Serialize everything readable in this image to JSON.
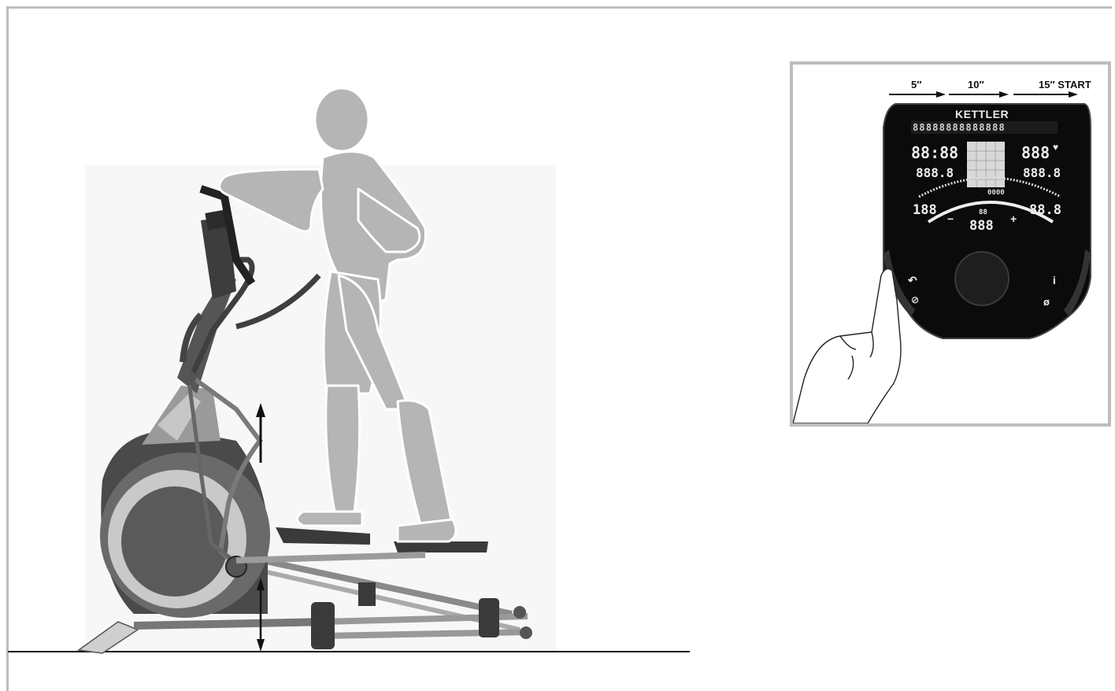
{
  "illustration": {
    "machine": "cross-trainer-illustration",
    "figure": "user-silhouette",
    "arrow": "up-arrow-icon",
    "measure": "double-arrow-icon"
  },
  "console": {
    "brand": "KETTLER",
    "timeline": {
      "t1": "5″",
      "t2": "10″",
      "t3": "15″ START"
    },
    "display": {
      "seg_row": "88888888888888",
      "time": "88:88",
      "dist": "888.8",
      "pulse": "888",
      "value_right": "888.8",
      "rpm": "188",
      "speed": "88.8",
      "watt": "888",
      "small": "0000",
      "level": "88"
    },
    "buttons": {
      "back": "↶",
      "info": "i",
      "scan": "ø"
    },
    "colors": {
      "panel": "#0b0b0b",
      "frame_gray": "#bdbdbd",
      "figure_gray": "#b5b5b5"
    }
  }
}
